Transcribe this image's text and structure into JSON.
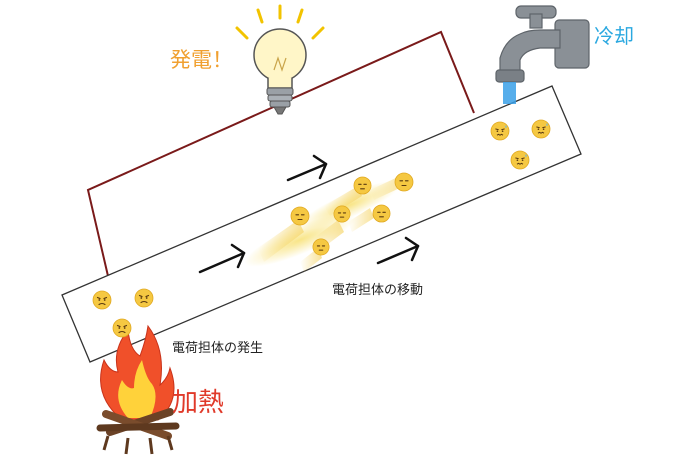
{
  "labels": {
    "power": "発電！",
    "cooling": "冷却",
    "heating": "加熱",
    "carrier_movement": "電荷担体の移動",
    "carrier_generation": "電荷担体の発生"
  },
  "colors": {
    "wire": "#7a1a1a",
    "power_text": "#f0a030",
    "cooling_text": "#2aa8e0",
    "heating_text": "#e03a2a",
    "carrier": "#f5c842",
    "water": "#3aa0e8",
    "flame_outer": "#f0502a",
    "flame_inner": "#ffd23a",
    "faucet": "#8a9096",
    "bulb": "#fff6c8"
  },
  "icons": [
    "light-bulb-icon",
    "faucet-icon",
    "campfire-icon",
    "carrier-face-icon",
    "arrow-icon"
  ]
}
